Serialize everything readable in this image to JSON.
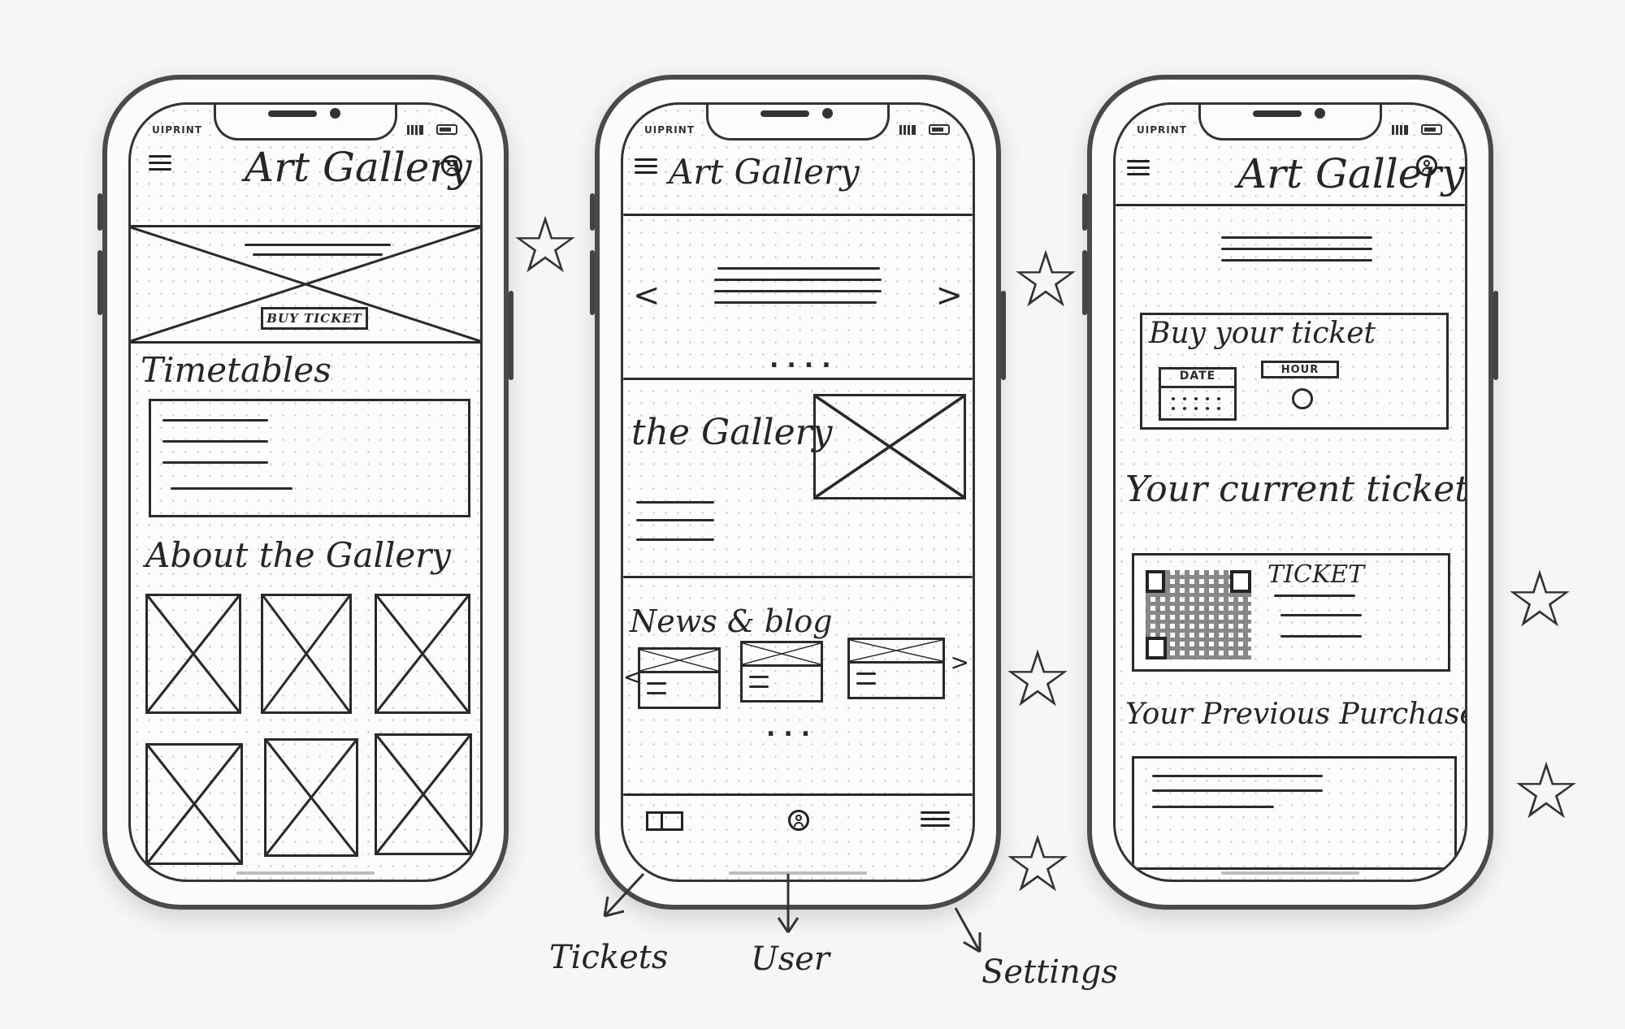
{
  "status_bar": {
    "carrier": "UIPRINT"
  },
  "app": {
    "title": "Art Gallery"
  },
  "screen1": {
    "hero_button": "BUY TICKET",
    "timetables_label": "Timetables",
    "about_label": "About the Gallery"
  },
  "screen2": {
    "carousel_prev": "<",
    "carousel_next": ">",
    "carousel_dots": "....",
    "gallery_label": "the Gallery",
    "news_label": "News & blog",
    "news_prev": "<",
    "news_next": ">",
    "news_dots": "...",
    "tab_bar_annotations": [
      "Tickets",
      "User",
      "Settings"
    ]
  },
  "screen3": {
    "buy_label": "Buy your ticket",
    "date_label": "DATE",
    "time_label": "HOUR",
    "current_label": "Your current ticket",
    "ticket_label": "TICKET",
    "previous_label": "Your Previous Purchases"
  },
  "annotation_mark": "☆"
}
